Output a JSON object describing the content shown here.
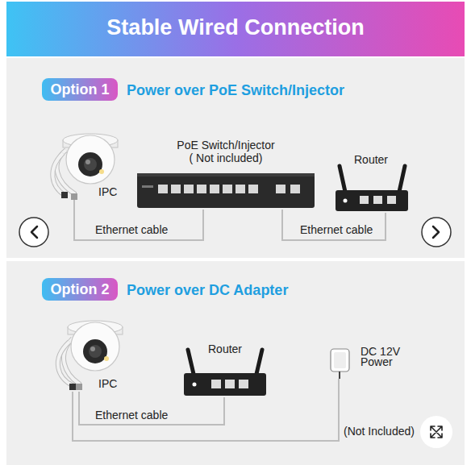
{
  "diagram": {
    "title": "Stable Wired Connection",
    "nodes": [
      {
        "text": [
          "IPC"
        ]
      },
      {
        "text": [
          "PoE Switch/Injector",
          "( Not included)"
        ]
      },
      {
        "text": [
          "Router"
        ]
      },
      {
        "text": [
          "IPC"
        ]
      },
      {
        "text": [
          "Router"
        ]
      },
      {
        "text": [
          "DC 12V Power"
        ]
      }
    ],
    "edges": [
      {
        "from": 0,
        "to": 1,
        "label": "Ethernet cable",
        "arrow": "none"
      },
      {
        "from": 1,
        "to": 2,
        "label": "Ethernet cable",
        "arrow": "none"
      },
      {
        "from": 3,
        "to": 4,
        "label": "Ethernet cable",
        "arrow": "none"
      },
      {
        "from": 3,
        "to": 5,
        "label": "(Not Included)",
        "arrow": "none"
      }
    ],
    "labels": [
      "Option 1",
      "Power over PoE Switch/Injector",
      "Option 2",
      "Power over DC Adapter"
    ]
  }
}
